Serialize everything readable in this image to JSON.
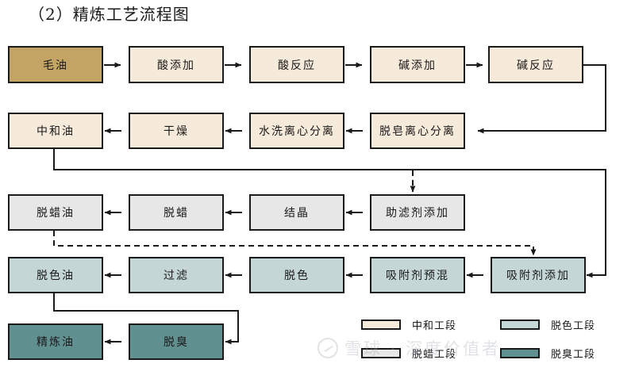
{
  "title": "（2）精炼工艺流程图",
  "colors": {
    "crude": "#c4a465",
    "neutral_stage": "#f6eada",
    "dewax_stage": "#e7e7e7",
    "decolor_stage": "#c5d6d6",
    "deodor_stage": "#60908f",
    "stroke": "#1a1a1a"
  },
  "nodes": {
    "row1": [
      {
        "id": "crude-oil",
        "label": "毛油",
        "stage": "crude"
      },
      {
        "id": "acid-add",
        "label": "酸添加",
        "stage": "neutral"
      },
      {
        "id": "acid-react",
        "label": "酸反应",
        "stage": "neutral"
      },
      {
        "id": "alkali-add",
        "label": "碱添加",
        "stage": "neutral"
      },
      {
        "id": "alkali-react",
        "label": "碱反应",
        "stage": "neutral"
      }
    ],
    "row2": [
      {
        "id": "neutralized-oil",
        "label": "中和油",
        "stage": "neutral"
      },
      {
        "id": "drying",
        "label": "干燥",
        "stage": "neutral"
      },
      {
        "id": "wash-centrifuge",
        "label": "水洗离心分离",
        "stage": "neutral"
      },
      {
        "id": "soap-centrifuge",
        "label": "脱皂离心分离",
        "stage": "neutral"
      }
    ],
    "row3": [
      {
        "id": "dewaxed-oil",
        "label": "脱蜡油",
        "stage": "dewax"
      },
      {
        "id": "dewaxing",
        "label": "脱蜡",
        "stage": "dewax"
      },
      {
        "id": "crystallization",
        "label": "结晶",
        "stage": "dewax"
      },
      {
        "id": "filter-aid-add",
        "label": "助滤剂添加",
        "stage": "dewax"
      }
    ],
    "row4": [
      {
        "id": "decolorized-oil",
        "label": "脱色油",
        "stage": "decolor"
      },
      {
        "id": "filtration",
        "label": "过滤",
        "stage": "decolor"
      },
      {
        "id": "decolorization",
        "label": "脱色",
        "stage": "decolor"
      },
      {
        "id": "adsorbent-premix",
        "label": "吸附剂预混",
        "stage": "decolor"
      },
      {
        "id": "adsorbent-add",
        "label": "吸附剂添加",
        "stage": "decolor"
      }
    ],
    "row5": [
      {
        "id": "refined-oil",
        "label": "精炼油",
        "stage": "deodor"
      },
      {
        "id": "deodorization",
        "label": "脱臭",
        "stage": "deodor"
      }
    ]
  },
  "legend": [
    {
      "id": "legend-neutral",
      "label": "中和工段",
      "stage": "neutral"
    },
    {
      "id": "legend-decolor",
      "label": "脱色工段",
      "stage": "decolor"
    },
    {
      "id": "legend-dewax",
      "label": "脱蜡工段",
      "stage": "dewax"
    },
    {
      "id": "legend-deodor",
      "label": "脱臭工段",
      "stage": "deodor"
    }
  ],
  "watermark": {
    "text": "雪球 · 深度价值者"
  }
}
